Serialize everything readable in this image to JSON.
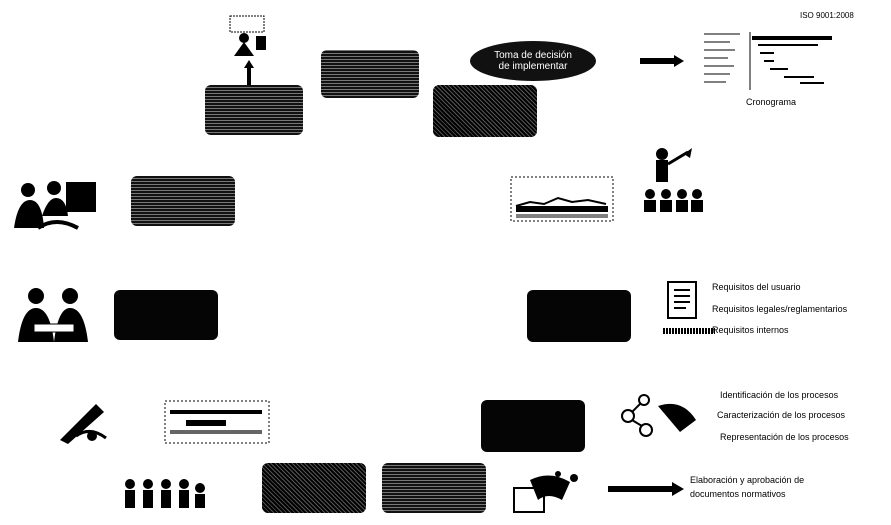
{
  "top_right_caption": "ISO 9001:2008",
  "decision_oval": {
    "line1": "Toma de decisión",
    "line2": "de implementar"
  },
  "chronogram_label": "Cronograma",
  "requirements": {
    "items": [
      "Requisitos del usuario",
      "Requisitos legales/reglamentarios",
      "Requisitos internos"
    ]
  },
  "processes": {
    "items": [
      "Identificación de los procesos",
      "Caracterización de los procesos",
      "Representación de los procesos"
    ]
  },
  "documents": {
    "line1": "Elaboración y aprobación de",
    "line2": "documentos normativos"
  },
  "colors": {
    "box": "#050505",
    "background": "#ffffff"
  }
}
